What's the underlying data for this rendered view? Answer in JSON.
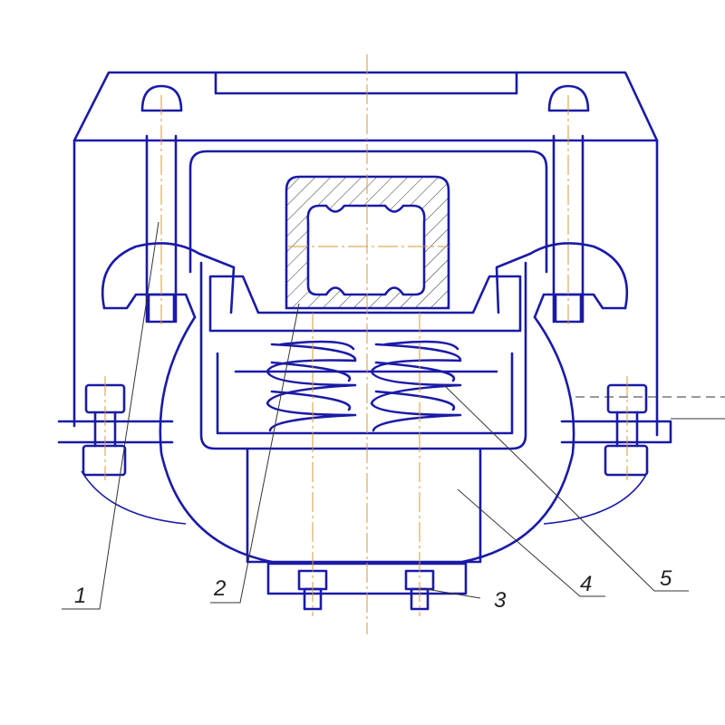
{
  "diagram": {
    "labels": [
      "1",
      "2",
      "3",
      "4",
      "5"
    ],
    "colors": {
      "outline": "#1a1aa8",
      "axis": "#d49a3a",
      "leader": "#333333"
    }
  }
}
